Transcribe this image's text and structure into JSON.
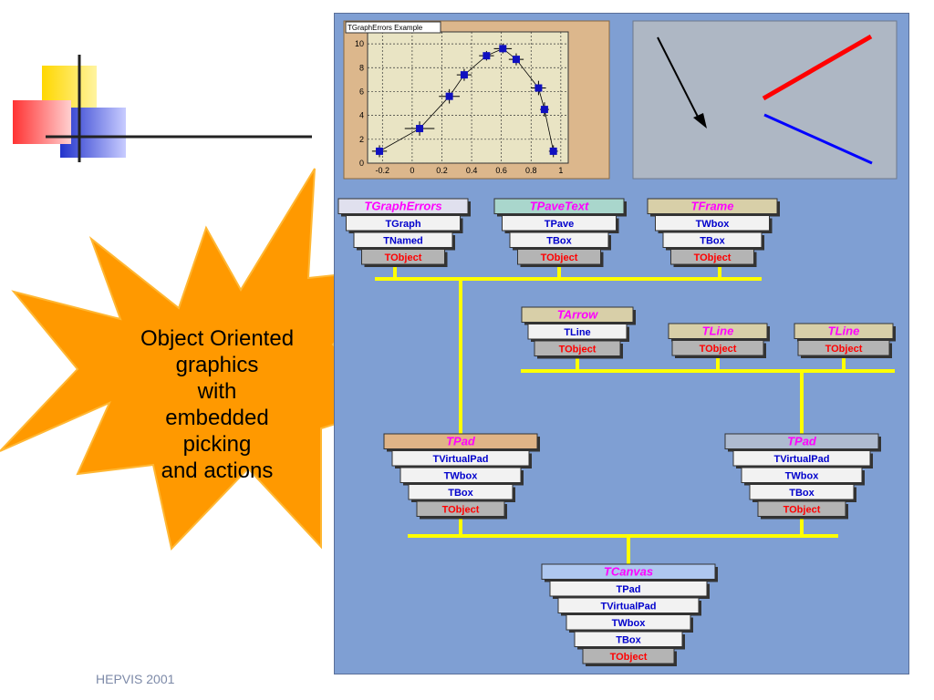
{
  "footer": "HEPVIS 2001",
  "callout": {
    "lines": [
      "Object Oriented",
      "graphics",
      "with",
      "embedded",
      "picking",
      "and actions"
    ]
  },
  "graph_panel": {
    "title": "TGraphErrors Example",
    "x_ticks": [
      "-0.2",
      "0",
      "0.2",
      "0.4",
      "0.6",
      "0.8",
      "1"
    ],
    "y_ticks": [
      "0",
      "2",
      "4",
      "6",
      "8",
      "10"
    ]
  },
  "chart_data": {
    "type": "scatter",
    "title": "TGraphErrors Example",
    "xlim": [
      -0.3,
      1.05
    ],
    "ylim": [
      0,
      11
    ],
    "grid": true,
    "points": [
      {
        "x": -0.22,
        "y": 1.0,
        "ex": 0.05,
        "ey": 0.5
      },
      {
        "x": 0.05,
        "y": 2.9,
        "ex": 0.1,
        "ey": 0.6
      },
      {
        "x": 0.25,
        "y": 5.6,
        "ex": 0.07,
        "ey": 0.6
      },
      {
        "x": 0.35,
        "y": 7.4,
        "ex": 0.05,
        "ey": 0.5
      },
      {
        "x": 0.5,
        "y": 9.0,
        "ex": 0.05,
        "ey": 0.4
      },
      {
        "x": 0.61,
        "y": 9.6,
        "ex": 0.06,
        "ey": 0.4
      },
      {
        "x": 0.7,
        "y": 8.7,
        "ex": 0.05,
        "ey": 0.5
      },
      {
        "x": 0.85,
        "y": 6.3,
        "ex": 0.05,
        "ey": 0.6
      },
      {
        "x": 0.89,
        "y": 4.5,
        "ex": 0.03,
        "ey": 0.6
      },
      {
        "x": 0.95,
        "y": 1.0,
        "ex": 0.03,
        "ey": 0.5
      }
    ]
  },
  "stacks": {
    "graph_errors": [
      "TGraphErrors",
      "TGraph",
      "TNamed",
      "TObject"
    ],
    "pave_text": [
      "TPaveText",
      "TPave",
      "TBox",
      "TObject"
    ],
    "frame": [
      "TFrame",
      "TWbox",
      "TBox",
      "TObject"
    ],
    "arrow": [
      "TArrow",
      "TLine",
      "TObject"
    ],
    "line1": [
      "TLine",
      "TObject"
    ],
    "line2": [
      "TLine",
      "TObject"
    ],
    "pad_left": [
      "TPad",
      "TVirtualPad",
      "TWbox",
      "TBox",
      "TObject"
    ],
    "pad_right": [
      "TPad",
      "TVirtualPad",
      "TWbox",
      "TBox",
      "TObject"
    ],
    "canvas": [
      "TCanvas",
      "TPad",
      "TVirtualPad",
      "TWbox",
      "TBox",
      "TObject"
    ]
  },
  "colors": {
    "diagram_bg": "#7f9fd3",
    "connector": "#ffff00",
    "class_text": "#0000cc",
    "title_text": "#ff00ff",
    "tobject_text": "#ff0000",
    "arrow_line_red": "#ff0000",
    "arrow_line_blue": "#0000ff"
  }
}
